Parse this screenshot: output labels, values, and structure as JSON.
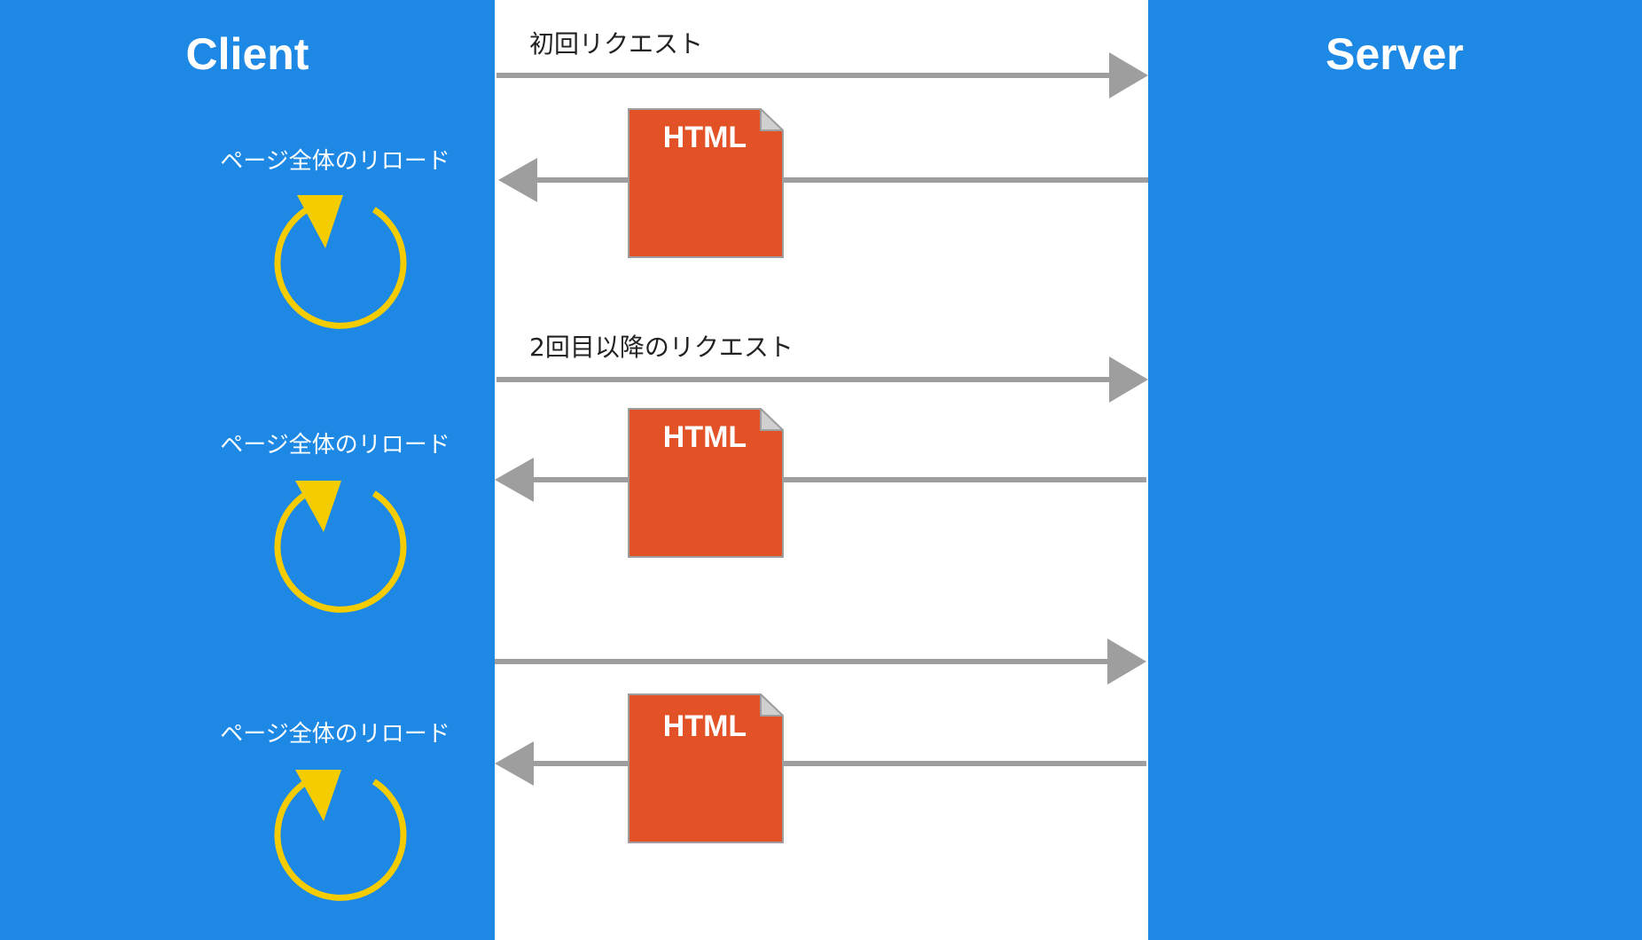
{
  "client": {
    "title": "Client"
  },
  "server": {
    "title": "Server"
  },
  "colors": {
    "lane_background": "#1e88e5",
    "middle_background": "#ffffff",
    "arrow": "#9e9e9e",
    "document": "#e25226",
    "document_border": "#9e9e9e",
    "document_fold": "#d0d0d0",
    "reload_icon": "#f5cc00",
    "lane_text": "#ffffff",
    "request_text": "#222222"
  },
  "exchanges": [
    {
      "request_label": "初回リクエスト",
      "response_document": "HTML",
      "client_action": "ページ全体のリロード"
    },
    {
      "request_label": "2回目以降のリクエスト",
      "response_document": "HTML",
      "client_action": "ページ全体のリロード"
    },
    {
      "request_label": "",
      "response_document": "HTML",
      "client_action": "ページ全体のリロード"
    }
  ]
}
